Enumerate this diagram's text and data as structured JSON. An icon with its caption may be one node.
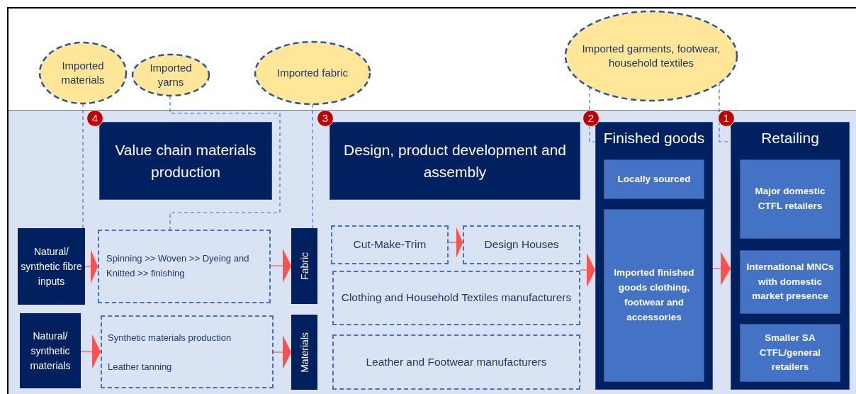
{
  "diagram": {
    "nodes": [
      {
        "text": [
          "Imported materials"
        ]
      },
      {
        "text": [
          "Imported yarns"
        ]
      },
      {
        "text": [
          "Imported fabric"
        ]
      },
      {
        "text": [
          "Imported garments, footwear, household textiles"
        ]
      },
      {
        "text": [
          "Value chain materials production"
        ],
        "beside": [
          "4"
        ]
      },
      {
        "text": [
          "Design, product development and assembly"
        ],
        "beside": [
          "3"
        ]
      },
      {
        "text": [
          "Finished goods"
        ],
        "beside": [
          "2"
        ]
      },
      {
        "text": [
          "Locally sourced"
        ],
        "in": 6
      },
      {
        "text": [
          "Imported finished goods clothing, footwear and accessories"
        ],
        "in": 6
      },
      {
        "text": [
          "Retailing"
        ],
        "beside": [
          "1"
        ]
      },
      {
        "text": [
          "Major domestic CTFL retailers"
        ],
        "in": 9
      },
      {
        "text": [
          "International MNCs with domestic market presence"
        ],
        "in": 9
      },
      {
        "text": [
          "Smaller SA CTFL/general retailers"
        ],
        "in": 9
      },
      {
        "text": [
          "Natural/ synthetic fibre inputs"
        ]
      },
      {
        "text": [
          "Spinning >> Woven >> Dyeing and Knitted >> finishing"
        ]
      },
      {
        "text": [
          "Fabric"
        ]
      },
      {
        "text": [
          "Natural/ synthetic materials"
        ]
      },
      {
        "text": [
          "Synthetic materials production",
          "Leather tanning"
        ]
      },
      {
        "text": [
          "Materials"
        ]
      },
      {
        "text": [
          "Cut-Make-Trim"
        ]
      },
      {
        "text": [
          "Design Houses"
        ]
      },
      {
        "text": [
          "Clothing and Household Textiles manufacturers"
        ]
      },
      {
        "text": [
          "Leather and Footwear manufacturers"
        ]
      }
    ],
    "edges": [
      {
        "from": 0,
        "to": 13,
        "arrow": "none",
        "style": "dashed",
        "color": "#4472c4"
      },
      {
        "from": 1,
        "to": 14,
        "arrow": "none",
        "style": "dashed",
        "color": "#4472c4"
      },
      {
        "from": 2,
        "to": 15,
        "arrow": "none",
        "style": "dashed",
        "color": "#4472c4"
      },
      {
        "from": 3,
        "to": 6,
        "arrow": "none",
        "style": "dashed",
        "color": "#4472c4"
      },
      {
        "from": 3,
        "to": 9,
        "arrow": "none",
        "style": "dashed",
        "color": "#4472c4"
      },
      {
        "from": 13,
        "to": 14,
        "arrow": "to"
      },
      {
        "from": 14,
        "to": 15,
        "arrow": "to"
      },
      {
        "from": 16,
        "to": 17,
        "arrow": "to"
      },
      {
        "from": 17,
        "to": 18,
        "arrow": "to"
      },
      {
        "from": 19,
        "to": 20,
        "arrow": "to"
      },
      {
        "from": 21,
        "to": 6,
        "arrow": "to"
      },
      {
        "from": 6,
        "to": 9,
        "arrow": "to"
      }
    ]
  }
}
